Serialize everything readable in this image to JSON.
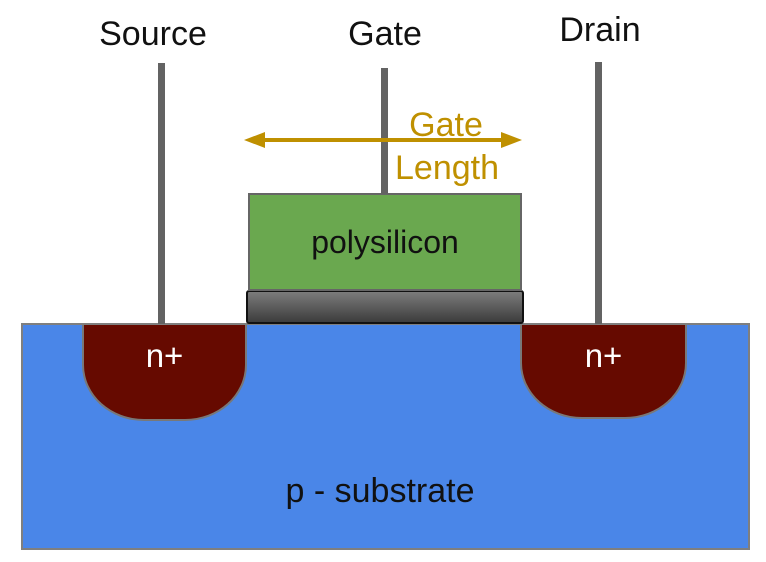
{
  "diagram": {
    "title_implicit": "MOSFET cross-section",
    "terminals": {
      "source": "Source",
      "gate": "Gate",
      "drain": "Drain"
    },
    "annotation": {
      "line1": "Gate",
      "line2": "Length"
    },
    "regions": {
      "polysilicon": "polysilicon",
      "n_plus_left": "n+",
      "n_plus_right": "n+",
      "substrate": "p - substrate"
    }
  },
  "colors": {
    "substrate": "#4a86e8",
    "n_plus": "#660a00",
    "polysilicon": "#6aa84f",
    "annotation": "#bf9000",
    "wire": "#636363",
    "substrate_border": "#7f7f7f",
    "n_plus_border": "#787878",
    "poly_border": "#666666",
    "oxide_border": "#111111",
    "oxide_top": "#7b7b7b",
    "oxide_bottom": "#3d3d3d",
    "text": "#111111",
    "n_text": "#ffffff"
  }
}
